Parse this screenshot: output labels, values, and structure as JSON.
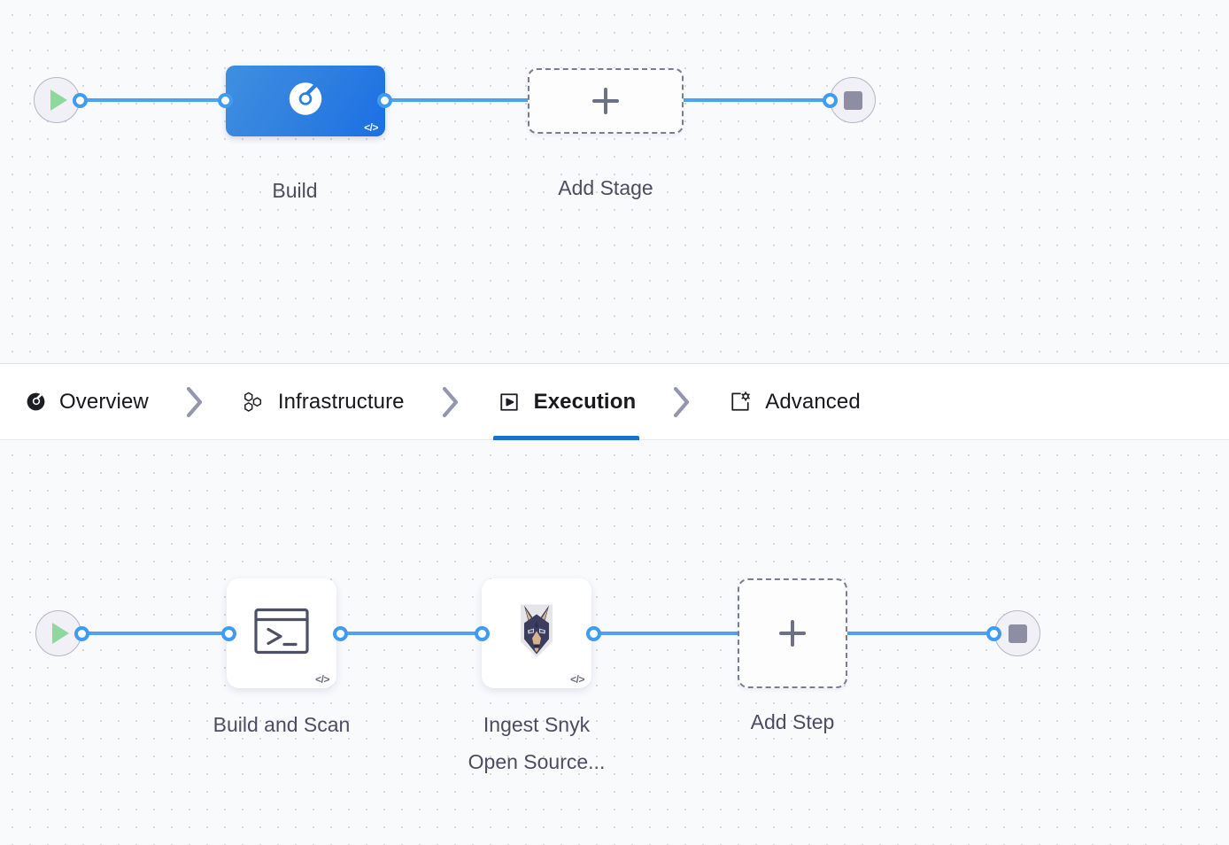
{
  "theme": {
    "canvas_bg": "#f9fafc",
    "grid_dot": "#d4d7e3",
    "link_blue": "#4da3f0",
    "accent_blue": "#1f6fd0",
    "stage_blue": "#2e7ee0",
    "label_gray": "#4b4d60",
    "dashed_gray": "#7b7c92",
    "play_green": "#8ed8a0",
    "stop_gray": "#8d8da3",
    "snyk_navy": "#3b3c5e",
    "snyk_tan": "#d8b48a"
  },
  "stage_row": {
    "start_node": {
      "name": "pipeline-start",
      "icon": "play-icon"
    },
    "stage": {
      "label": "Build",
      "icon": "harness-ci-icon",
      "badge": "</>",
      "selected": true
    },
    "add_stage": {
      "label": "Add Stage",
      "icon": "plus-icon"
    },
    "end_node": {
      "name": "pipeline-end",
      "icon": "stop-icon"
    }
  },
  "tabs": {
    "items": [
      {
        "id": "overview",
        "label": "Overview",
        "icon": "harness-ci-icon",
        "active": false
      },
      {
        "id": "infrastructure",
        "label": "Infrastructure",
        "icon": "hexagons-icon",
        "active": false
      },
      {
        "id": "execution",
        "label": "Execution",
        "icon": "play-frame-icon",
        "active": true
      },
      {
        "id": "advanced",
        "label": "Advanced",
        "icon": "gear-corner-icon",
        "active": false
      }
    ],
    "separator_icon": "chevron-right-icon"
  },
  "step_row": {
    "start_node": {
      "name": "execution-start",
      "icon": "play-icon"
    },
    "steps": [
      {
        "label": "Build and Scan",
        "icon": "terminal-icon",
        "badge": "</>"
      },
      {
        "label": "Ingest Snyk\nOpen Source...",
        "icon": "snyk-doberman-icon",
        "badge": "</>"
      }
    ],
    "add_step": {
      "label": "Add Step",
      "icon": "plus-icon"
    },
    "end_node": {
      "name": "execution-end",
      "icon": "stop-icon"
    }
  }
}
